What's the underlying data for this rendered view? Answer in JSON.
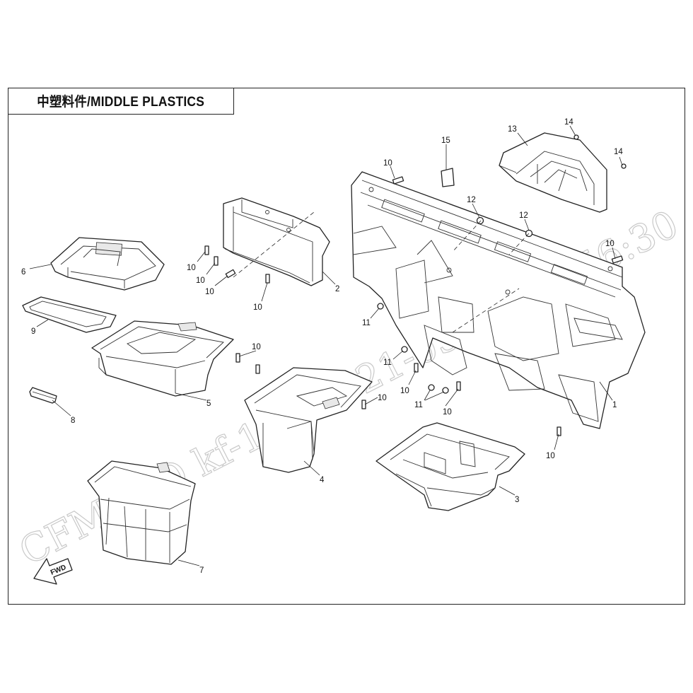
{
  "title": "中塑料件/MIDDLE PLASTICS",
  "watermark": "CFMOTO kf-110 2021-03-05 14:56:30",
  "fwd_label": "FWD",
  "callouts": [
    {
      "id": "c1",
      "label": "1"
    },
    {
      "id": "c2",
      "label": "2"
    },
    {
      "id": "c3",
      "label": "3"
    },
    {
      "id": "c4",
      "label": "4"
    },
    {
      "id": "c5",
      "label": "5"
    },
    {
      "id": "c6",
      "label": "6"
    },
    {
      "id": "c7",
      "label": "7"
    },
    {
      "id": "c8",
      "label": "8"
    },
    {
      "id": "c9",
      "label": "9"
    },
    {
      "id": "c10a",
      "label": "10"
    },
    {
      "id": "c10b",
      "label": "10"
    },
    {
      "id": "c10c",
      "label": "10"
    },
    {
      "id": "c10d",
      "label": "10"
    },
    {
      "id": "c10e",
      "label": "10"
    },
    {
      "id": "c10f",
      "label": "10"
    },
    {
      "id": "c10g",
      "label": "10"
    },
    {
      "id": "c10h",
      "label": "10"
    },
    {
      "id": "c10i",
      "label": "10"
    },
    {
      "id": "c10j",
      "label": "10"
    },
    {
      "id": "c10k",
      "label": "10"
    },
    {
      "id": "c10l",
      "label": "10"
    },
    {
      "id": "c11a",
      "label": "11"
    },
    {
      "id": "c11b",
      "label": "11"
    },
    {
      "id": "c11c",
      "label": "11"
    },
    {
      "id": "c12a",
      "label": "12"
    },
    {
      "id": "c12b",
      "label": "12"
    },
    {
      "id": "c13",
      "label": "13"
    },
    {
      "id": "c14a",
      "label": "14"
    },
    {
      "id": "c14b",
      "label": "14"
    },
    {
      "id": "c15",
      "label": "15"
    }
  ]
}
